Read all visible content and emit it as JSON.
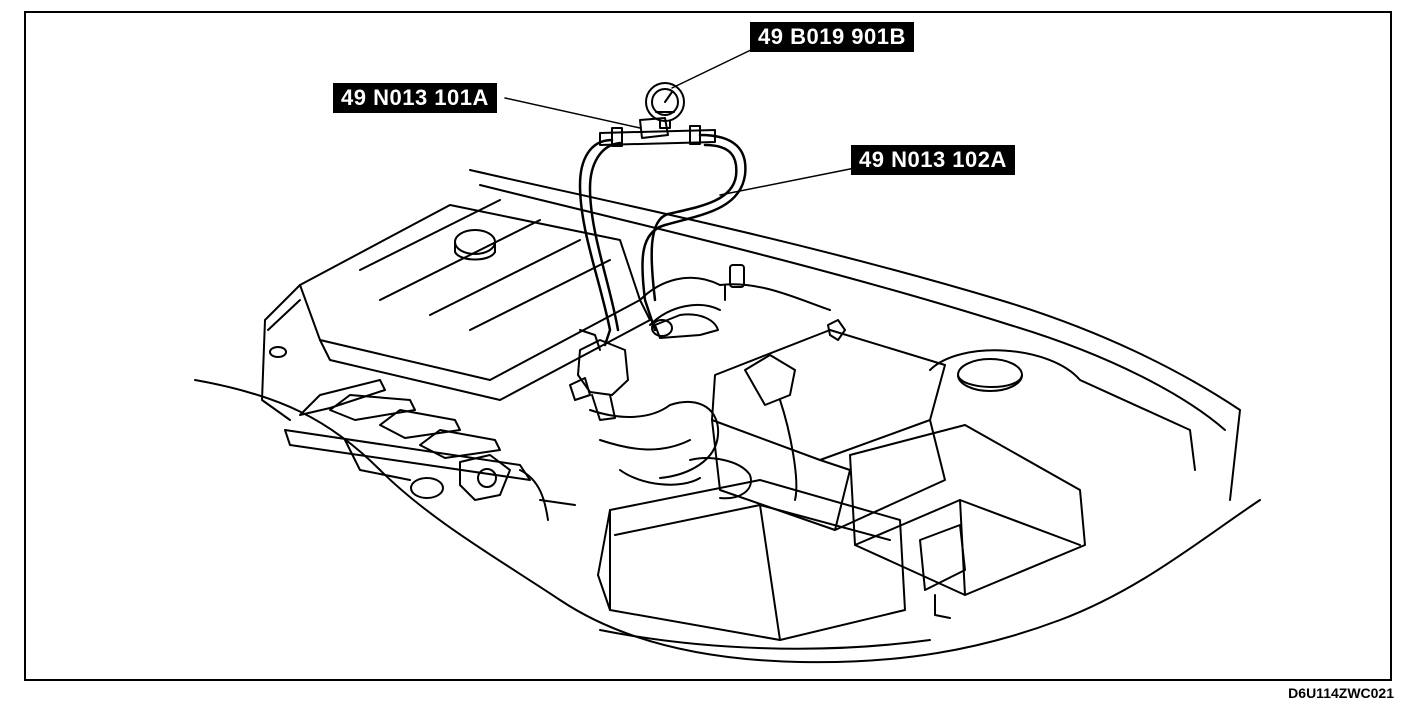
{
  "callouts": {
    "gauge": "49 B019 901B",
    "hose_a": "49 N013 101A",
    "hose_b": "49 N013 102A"
  },
  "figure_code": "D6U114ZWC021",
  "colors": {
    "ink": "#000000",
    "paper": "#ffffff"
  }
}
